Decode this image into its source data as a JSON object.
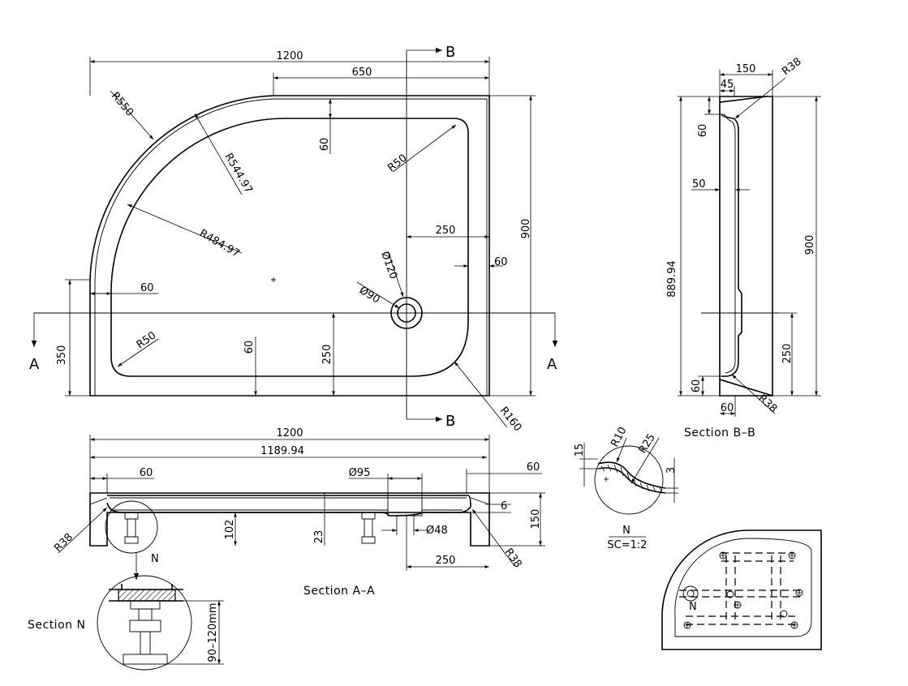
{
  "plan": {
    "dim_overall_width": "1200",
    "dim_top_650": "650",
    "dim_radius_550": "R550",
    "dim_radius_544": "R544.97",
    "dim_radius_484": "R484.97",
    "dim_rim_top_60": "60",
    "dim_radius_50_top": "R50",
    "dim_drain_to_right_250": "250",
    "dim_drain_ring": "Ø120",
    "dim_drain_hole": "Ø90",
    "dim_rim_right_60": "60",
    "dim_rim_left_60": "60",
    "dim_radius_50_bottom": "R50",
    "dim_rim_bottom_60": "60",
    "dim_drain_to_bottom_250": "250",
    "dim_height_900": "900",
    "dim_straight_350": "350",
    "dim_radius_160": "R160",
    "cut_a_left": "A",
    "cut_a_right": "A",
    "cut_b_top": "B",
    "cut_b_bottom": "B"
  },
  "section_bb": {
    "dim_150": "150",
    "dim_45": "45",
    "dim_r38_top": "R38",
    "dim_60_top": "60",
    "dim_50": "50",
    "dim_889": "889.94",
    "dim_900": "900",
    "dim_250": "250",
    "dim_60_bottom_v": "60",
    "dim_60_bottom_h": "60",
    "dim_r38_bottom": "R38",
    "title": "Section  B–B"
  },
  "section_aa": {
    "dim_1200": "1200",
    "dim_1189": "1189.94",
    "dim_60_left": "60",
    "dim_95": "Ø95",
    "dim_60_right": "60",
    "dim_6": "6",
    "dim_150": "150",
    "dim_102": "102",
    "dim_23": "23",
    "dim_48": "Ø48",
    "dim_250": "250",
    "dim_r38_left": "R38",
    "dim_r38_right": "R38",
    "marker_n": "N",
    "title": "Section    A–A"
  },
  "detail_n_rim": {
    "dim_15": "15",
    "dim_r10": "R10",
    "dim_r25": "R25",
    "dim_3": "3",
    "label": "N",
    "scale": "SC=1:2"
  },
  "section_n": {
    "title": "Section  N",
    "dim_height": "90–120mm"
  },
  "underside": {
    "marker_n": "N"
  }
}
